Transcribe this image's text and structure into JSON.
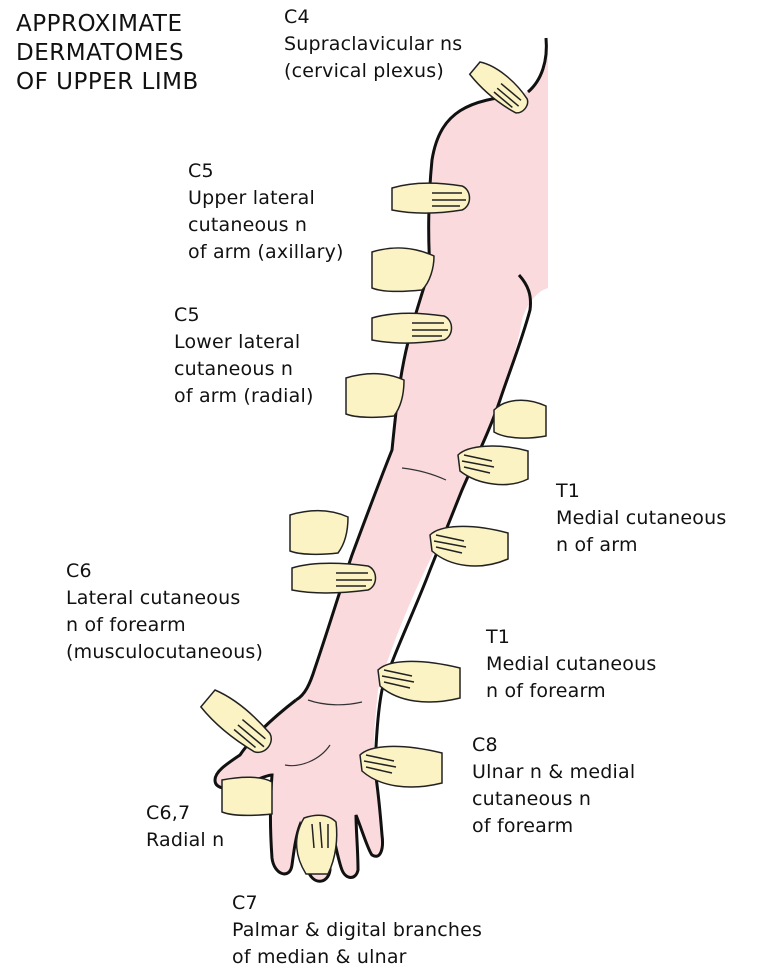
{
  "title": {
    "lines": [
      "APPROXIMATE",
      "DERMATOMES",
      "OF UPPER LIMB"
    ]
  },
  "colors": {
    "skin": "#fadadd",
    "hand": "#fbf3c4",
    "outline": "#111111"
  },
  "labels": {
    "c4": {
      "segment": "C4",
      "lines": [
        "Supraclavicular ns",
        "(cervical plexus)"
      ]
    },
    "c5_upper": {
      "segment": "C5",
      "lines": [
        "Upper lateral",
        "cutaneous n",
        "of arm (axillary)"
      ]
    },
    "c5_lower": {
      "segment": "C5",
      "lines": [
        "Lower lateral",
        "cutaneous n",
        "of arm (radial)"
      ]
    },
    "t1_arm": {
      "segment": "T1",
      "lines": [
        "Medial cutaneous",
        "n of arm"
      ]
    },
    "c6": {
      "segment": "C6",
      "lines": [
        "Lateral cutaneous",
        "n of forearm",
        "(musculocutaneous)"
      ]
    },
    "t1_forearm": {
      "segment": "T1",
      "lines": [
        "Medial cutaneous",
        "n of forearm"
      ]
    },
    "c8": {
      "segment": "C8",
      "lines": [
        "Ulnar n & medial",
        "cutaneous n",
        "of forearm"
      ]
    },
    "c67": {
      "segment": "C6,7",
      "lines": [
        "Radial n"
      ]
    },
    "c7": {
      "segment": "C7",
      "lines": [
        "Palmar & digital branches",
        "of median & ulnar"
      ]
    }
  }
}
